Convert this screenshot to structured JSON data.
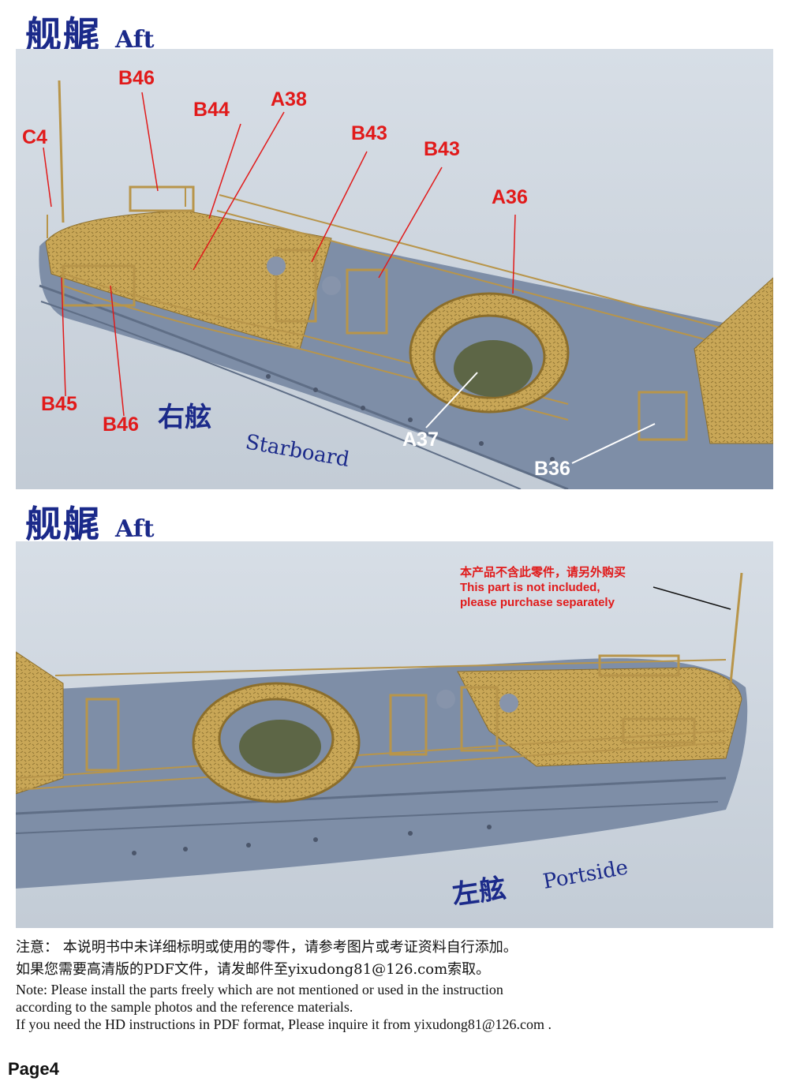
{
  "section1": {
    "title_cn": "舰艉",
    "title_en": "Aft",
    "side_cn": "右舷",
    "side_en": "Starboard",
    "labels": [
      "C4",
      "B46",
      "B44",
      "A38",
      "B43",
      "B43",
      "A36",
      "B45",
      "B46",
      "A37",
      "B36"
    ]
  },
  "section2": {
    "title_cn": "舰艉",
    "title_en": "Aft",
    "side_cn": "左舷",
    "side_en": "Portside",
    "notice_cn": "本产品不含此零件，请另外购买",
    "notice_en1": "This part is not included,",
    "notice_en2": "please purchase separately"
  },
  "notes": {
    "cn1": "注意：  本说明书中未详细标明或使用的零件，请参考图片或考证资料自行添加。",
    "cn2": "如果您需要高清版的PDF文件，请发邮件至yixudong81@126.com索取。",
    "en1": "Note: Please install the parts freely which are not mentioned or used in the instruction",
    "en2": "according to the sample photos and the reference materials.",
    "en3": "If you need the HD instructions in PDF format, Please inquire it  from yixudong81@126.com ."
  },
  "page_label": "Page4",
  "colors": {
    "title_blue": "#1b2a8a",
    "label_red": "#e11a1a",
    "hull_gray": "#7e8ea7",
    "brass": "#c8a850"
  }
}
